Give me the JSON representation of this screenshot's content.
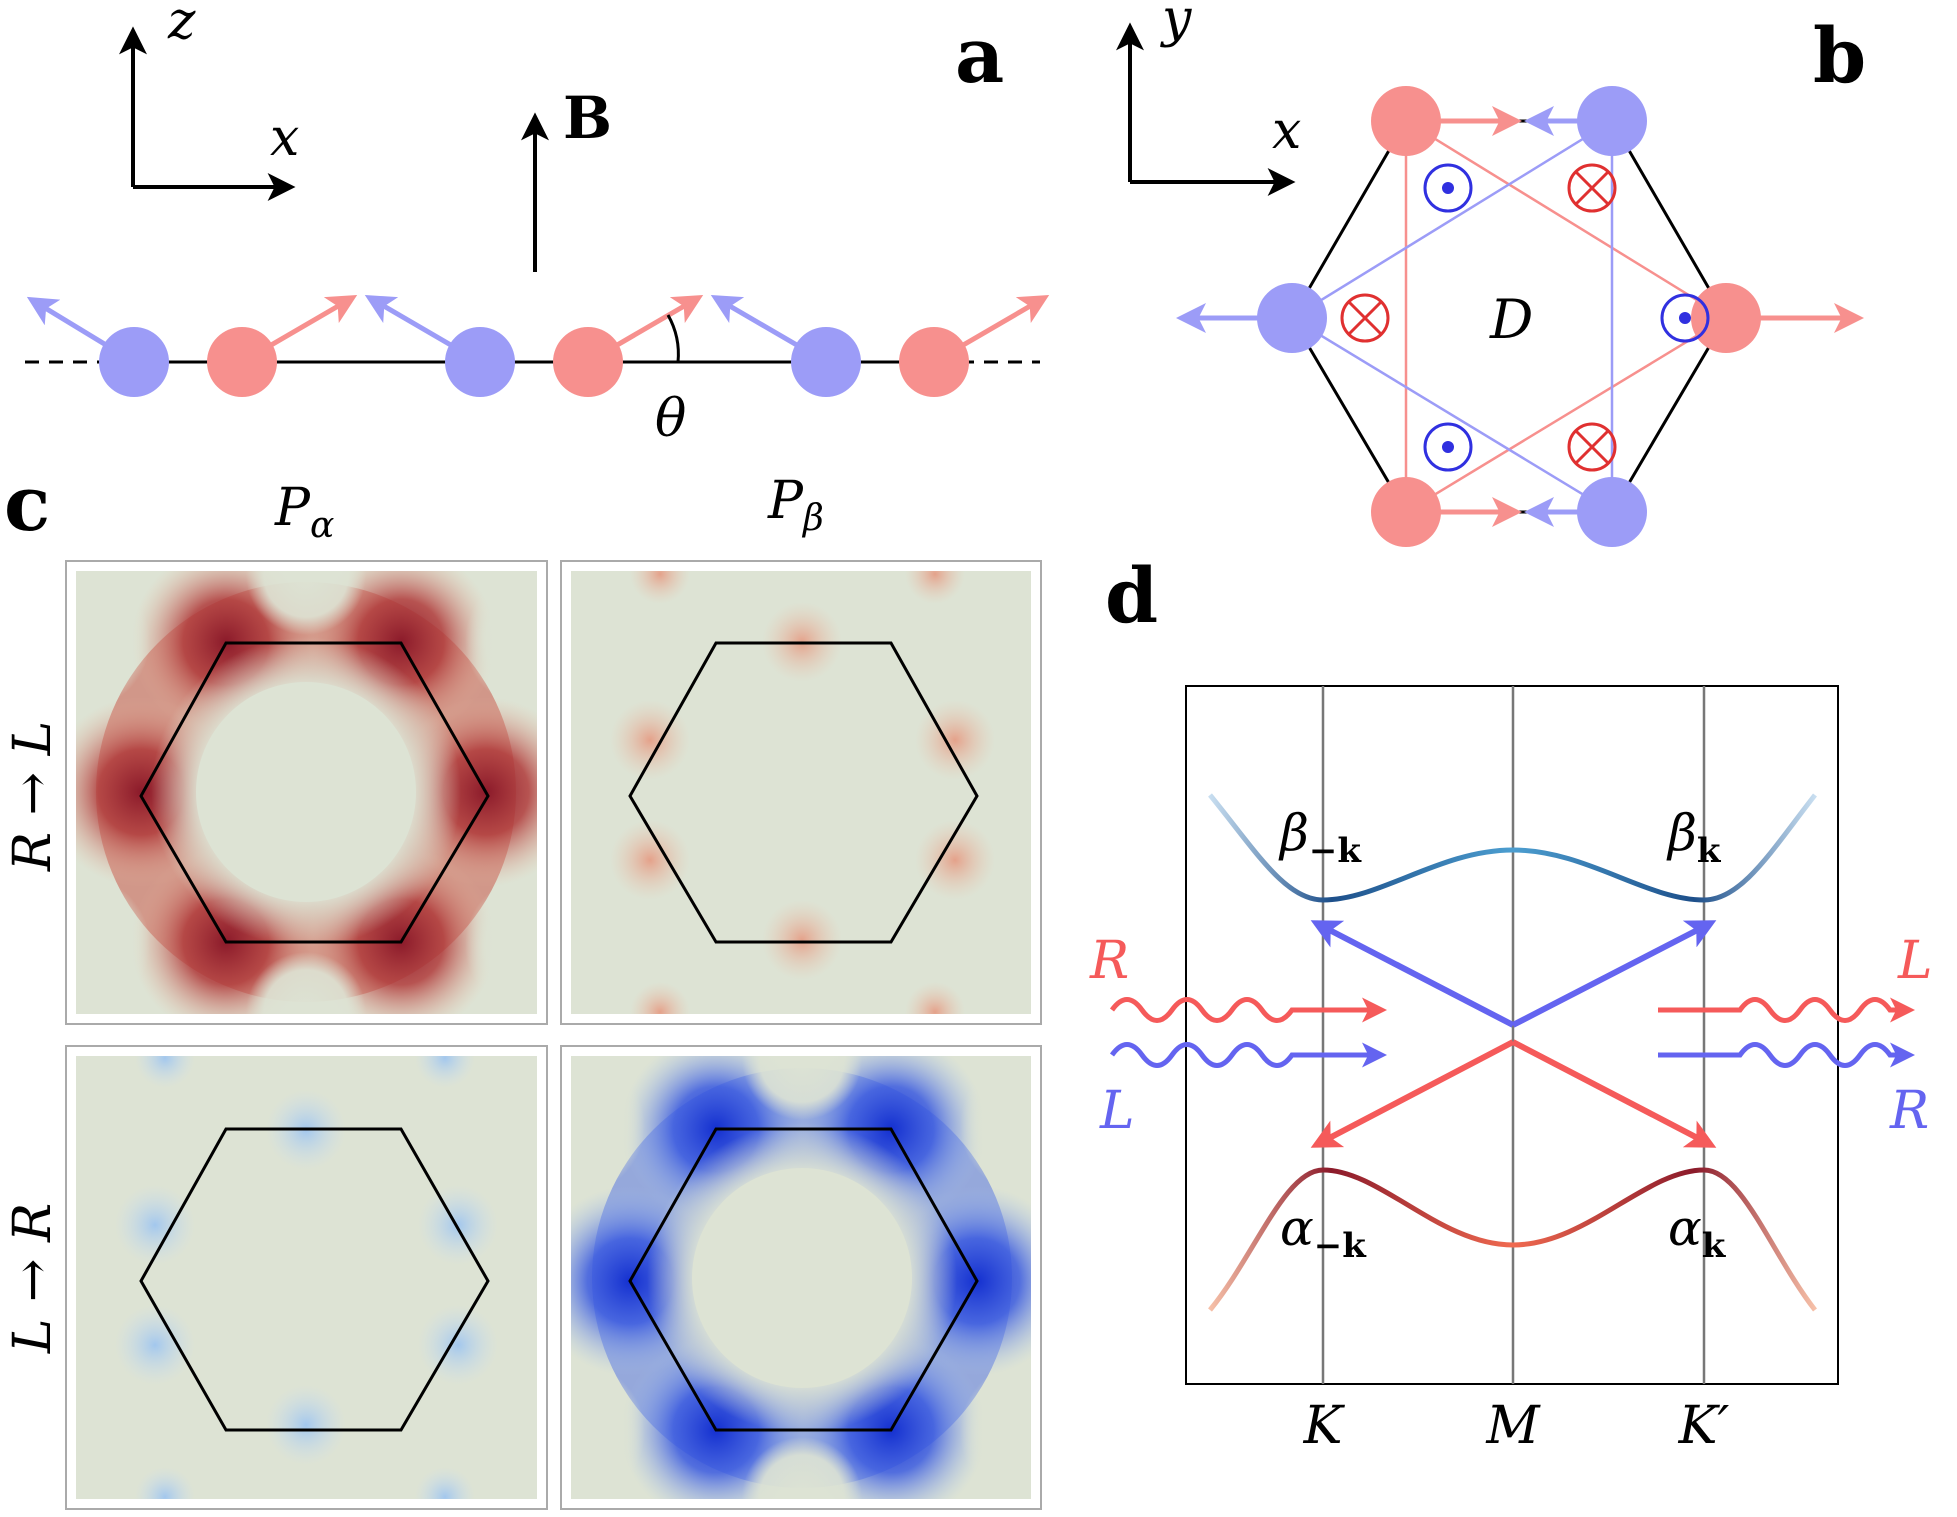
{
  "panels": {
    "a": {
      "letter": "a",
      "axis_up": "z",
      "axis_right": "x",
      "field": "B",
      "angle": "θ"
    },
    "b": {
      "letter": "b",
      "axis_up": "y",
      "axis_right": "x",
      "center": "D"
    },
    "c": {
      "letter": "c",
      "col_left": "P",
      "col_left_sub": "α",
      "col_right": "P",
      "col_right_sub": "β",
      "row_top": "R → L",
      "row_bottom": "L → R"
    },
    "d": {
      "letter": "d",
      "beta_left": "β",
      "beta_left_sub": "−k",
      "beta_right": "β",
      "beta_right_sub": "k",
      "alpha_left": "α",
      "alpha_left_sub": "−k",
      "alpha_right": "α",
      "alpha_right_sub": "k",
      "in_top": "R",
      "in_bottom": "L",
      "out_top": "L",
      "out_bottom": "R",
      "ticks": [
        "K",
        "M",
        "K′"
      ]
    }
  },
  "colors": {
    "red_spin": "#f7908e",
    "blue_spin": "#9c9cf7",
    "red_wave": "#f55a5a",
    "blue_wave": "#6464f0",
    "dark_red": "#8b1a2a",
    "dark_blue": "#1430d0",
    "map_bg": "#dde3d4"
  }
}
